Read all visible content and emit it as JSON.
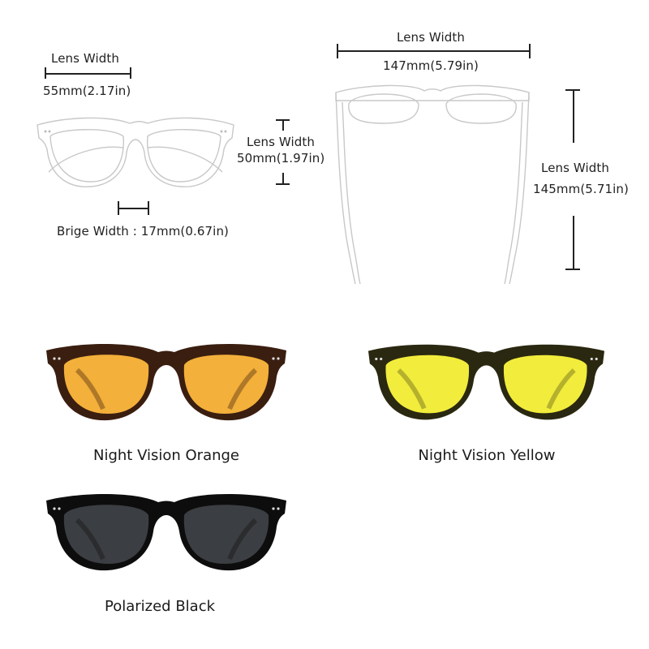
{
  "front_view": {
    "lens_width_label": "Lens Width",
    "lens_width_value": "55mm(2.17in)",
    "lens_height_label": "Lens Width",
    "lens_height_value": "50mm(1.97in)",
    "bridge_label": "Brige Width : 17mm(0.67in)"
  },
  "top_view": {
    "frame_width_label": "Lens Width",
    "frame_width_value": "147mm(5.79in)",
    "temple_length_label": "Lens Width",
    "temple_length_value": "145mm(5.71in)"
  },
  "variants": [
    {
      "name": "Night Vision Orange",
      "lens_color": "#f3b03a",
      "frame_color": "#3a1e10"
    },
    {
      "name": "Night Vision Yellow",
      "lens_color": "#f2ec3c",
      "frame_color": "#2a2810"
    },
    {
      "name": "Polarized Black",
      "lens_color": "#3b3e42",
      "frame_color": "#0d0d0d"
    }
  ]
}
